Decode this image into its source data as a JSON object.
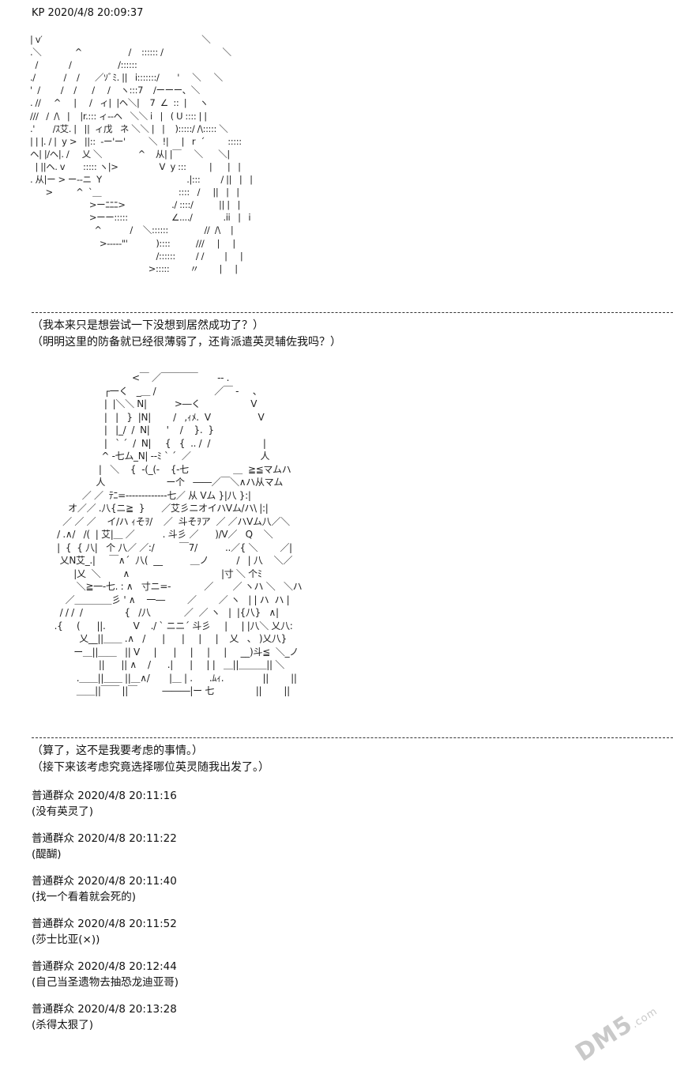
{
  "header": {
    "text": "KP 2020/4/8 20:09:37"
  },
  "art1": {
    "lines": [
      "| v′                                                              ＼",
      ".＼             ^                  /    :::::: /                       ＼",
      "  /            /                  /::::::",
      "./           /    /      ／ｿﾞﾐ. ||   i:::::::/       '     ＼     ＼",
      "'  /        /    /      /     /    ヽ:::7    /ーーー、＼",
      ". //     ^     |     /   ィ|  |ヘ＼|    7  ∠  ::  |     ヽ",
      "///   /  /\\   |    |r.::: ィ--ヘ   ＼＼ i   |   ( U :::: | |",
      ".'       /ｽ艾. |   ||  ィ戊   ネ ＼＼ |   |    ):::::/ /\\::::: ＼",
      "| | |. / |  y >   ||::  -ー'ー'         ＼  !|     |   r  ´         :::::",
      "ヘ| |/ヘ|. /     乂 ＼              ^    从| |￣     ＼      ＼|",
      "  | ||ヘ. v       ::::: ヽ|>                V  y :::         |      |   |",
      ". 从|ー > ー--ニ  Y                                 .|:::        / ||   |   |",
      "      >         ^  `＿                              ::::   /     ||   |   |",
      "                       >ーﾆﾆﾆ>                  ./ ::::/          || |   |",
      "                       >ーー:::::                 ∠..../            .ii   |   i",
      "                         ^           /    ＼::::::              //  /\\    |",
      "                           >-----\"'           )::::          ///     |     |",
      "                                                 /::::::        / /        |     |",
      "                                              >:::::        〃        |     |"
    ]
  },
  "text1": [
    "（我本来只是想尝试一下没想到居然成功了？）",
    "（明明这里的防备就已经很薄弱了，还肯派遣英灵辅佐我吗？）"
  ],
  "art2": {
    "lines": [
      "                                   <￣ ／￣￣￣￣       -- .",
      "                         ┌一く   _＿ /                     ／￣ -     、",
      "                         |  |＼＼ N|          >―く                  V",
      "                         |   |   }  |N|        /   ,ｨﾒ.  V                 V",
      "                         |   |_/  /  N|      '    /    }.  }",
      "                         |   ` ´  /  N|     {   {  .. /  /                   |",
      "                        ^ -七ム_N| --ﾐ ` ´  ／                         人",
      "                       |   ＼    {  -(_(-    {-七                ＿  ≧≦マムハ",
      "                      人                      ー个   ――／￣＼∧ハ从マム",
      "                 ／ ／  ﾃﾆ=-------------七／ 从 Vム }|八 }:|",
      "            オ／／ .八{ニ≧  }      ／艾彡ニオイハVム/ハ\\ |:|",
      "          ／ ／ ／    イ/ハ ｨそｦ/    ／  斗そｦア  ／ ／ハVム八／＼",
      "        / .∧/   /(  | 艾|＿ ／          . 斗彡 ／      )/V／   Q    ＼",
      "        |  {  { 八|   个 八／ ／:/         ￣7/          ..／{ ＼        ／|",
      "         乂N艾_.|     ￣∧´  八(  __          ＿ノ          /   | 八    ＼／",
      "              |乂  ＼        ∧                                 |寸 ＼ 个ﾐ",
      "               ＼≧一-七. : ∧   寸ニ=-            ／       ／ ヽハ ＼   ＼ハ",
      "           ／＿＿＿＿彡 ' ∧    一―        ／        ／ ヽ   | | ハ  ハ |",
      "         / / /  /               {   /八            ／  ／ ヽ   |  |{八}   ∧|",
      "       .{     (      ||.          V    ./ ` ニニ´ 斗彡     |     | |八＼ 乂八:",
      "                乂__||＿＿ .∧   /      |      |     |     |    乂   、 )乂八}",
      "              ー＿||＿＿   || V     |      |     |     |     |     __)斗≦  ＼_ノ",
      "                       ||      || ∧    /      .|      |     | |   ＿||＿＿＿|| ＼",
      "               .＿＿||＿＿ ||＿∧/       |＿ | .      .ﾑｨ.              ||        ||",
      "               ＿＿||￣￣ ||￣         ―――|ー 七               ||        ||"
    ]
  },
  "text2": [
    "（算了，这不是我要考虑的事情。）",
    "（接下来该考虑究竟选择哪位英灵随我出发了。）"
  ],
  "posts": [
    {
      "meta": "普通群众 2020/4/8 20:11:16",
      "body": "(没有英灵了)"
    },
    {
      "meta": "普通群众 2020/4/8 20:11:22",
      "body": "(醍醐)"
    },
    {
      "meta": "普通群众 2020/4/8 20:11:40",
      "body": "(找一个看着就会死的)"
    },
    {
      "meta": "普通群众 2020/4/8 20:11:52",
      "body": "(莎士比亚(×))"
    },
    {
      "meta": "普通群众 2020/4/8 20:12:44",
      "body": "(自己当圣遗物去抽恐龙迪亚哥)"
    },
    {
      "meta": "普通群众 2020/4/8 20:13:28",
      "body": "(杀得太狠了)"
    }
  ],
  "watermark": {
    "main": "DM5",
    "sub": ".com"
  }
}
